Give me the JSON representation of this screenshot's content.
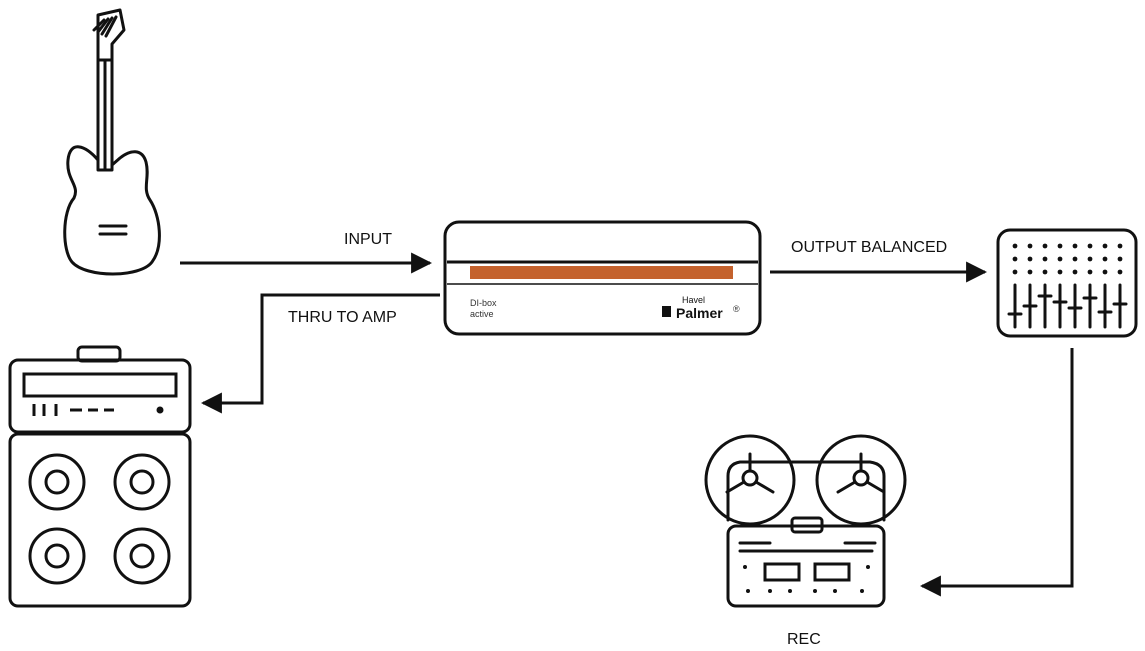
{
  "labels": {
    "input": "INPUT",
    "thru": "THRU TO AMP",
    "output": "OUTPUT BALANCED",
    "rec": "REC"
  },
  "dibox": {
    "model_line1": "DI-box",
    "model_line2": "active",
    "brand_sub": "Havel",
    "brand": "Palmer",
    "brand_mark": "®",
    "accent_color": "#c4622d"
  },
  "icons": {
    "guitar": "electric-guitar-icon",
    "amp": "guitar-amp-cabinet-icon",
    "dibox": "di-box-device-icon",
    "mixer": "mixing-console-icon",
    "recorder": "reel-to-reel-recorder-icon"
  },
  "colors": {
    "line": "#111111",
    "accent": "#c4622d"
  }
}
